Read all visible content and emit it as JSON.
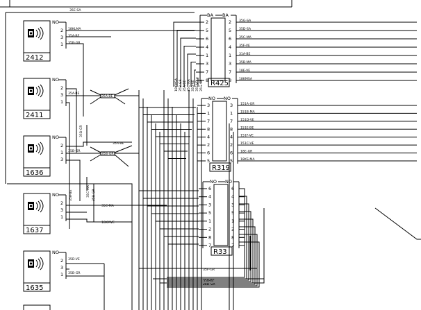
{
  "page": {
    "top_label": "35E-SA"
  },
  "devices": [
    {
      "id": "2412",
      "no_label": "NO",
      "pins": [
        "2",
        "3",
        "1"
      ],
      "wires": [
        "18KLMA",
        "35A-BE",
        "35B-GR"
      ]
    },
    {
      "id": "2411",
      "no_label": "NO",
      "pins": [
        "2",
        "3",
        "1"
      ],
      "wires": [
        "",
        "35A-BE",
        ""
      ]
    },
    {
      "id": "1636",
      "no_label": "NO",
      "pins": [
        "2",
        "1",
        "3"
      ],
      "wires": [
        "",
        "35B-GR",
        ""
      ]
    },
    {
      "id": "1637",
      "no_label": "NO",
      "pins": [
        "2",
        "3",
        "1"
      ],
      "wires": [
        "",
        "",
        ""
      ]
    },
    {
      "id": "1635",
      "no_label": "NO",
      "pins": [
        "2",
        "3",
        "1"
      ],
      "wires": [
        "35D-VE",
        "",
        "35B-GR"
      ]
    }
  ],
  "splices": [
    {
      "label": "35A-BE"
    },
    {
      "label": "35B-GR"
    }
  ],
  "vertical_wire_labels": [
    "35B-GR",
    "35C-MA",
    "35A-BE",
    "35B-GR"
  ],
  "mid_labels": {
    "to_1636": "35A-BE",
    "to_1637": "35C-MA",
    "to_1637_b": "18KMVE"
  },
  "bottom_labels": [
    "35F-GR",
    "35B-BE",
    "35B-GR"
  ],
  "connectors": [
    {
      "id": "R425",
      "head_left": "BA",
      "head_right": "BA",
      "left_pins": [
        "2",
        "5",
        "6",
        "4",
        "1",
        "3",
        "7",
        "8"
      ],
      "right_pins": [
        "2",
        "5",
        "6",
        "4",
        "1",
        "3",
        "7",
        "8"
      ],
      "right_wires": [
        "35G-SA",
        "35D-SA",
        "35C-MA",
        "35F-VE",
        "31A-BE",
        "35B-MA",
        "18E-VE",
        "18KMSA"
      ],
      "bottom_wires": [
        "18KMSA",
        "35B-GR",
        "35A-BE",
        "35C-MA",
        "35D-VE",
        "35F-VE",
        "35G-SA"
      ]
    },
    {
      "id": "R319",
      "head_left": "NO",
      "head_right": "NO",
      "left_pins": [
        "3",
        "1",
        "7",
        "8",
        "4",
        "2",
        "6",
        "5"
      ],
      "right_pins": [
        "3",
        "1",
        "7",
        "8",
        "4",
        "2",
        "6",
        "5"
      ],
      "right_wires": [
        "151A-GR",
        "151B-MA",
        "151D-VE",
        "151E-BE",
        "151F-VE",
        "151C-VE",
        "18E-GR",
        "18KS-MA"
      ]
    },
    {
      "id": "R33",
      "head_left": "NO",
      "head_right": "NO",
      "left_pins": [
        "6",
        "4",
        "3",
        "5",
        "1",
        "2",
        "8",
        "7"
      ],
      "right_pins": [
        "6",
        "4",
        "3",
        "5",
        "1",
        "2",
        "8",
        "7"
      ],
      "right_wires": []
    }
  ]
}
